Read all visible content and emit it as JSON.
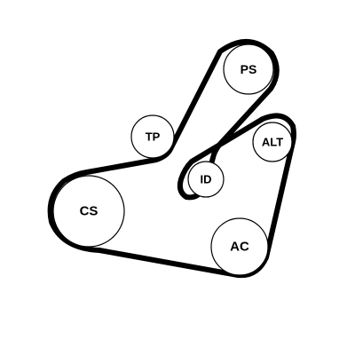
{
  "diagram": {
    "colors": {
      "belt": "#000000",
      "pulley_stroke": "#000000",
      "pulley_fill": "#ffffff",
      "label": "#000000",
      "background": "#ffffff"
    },
    "pulleys": [
      {
        "id": "ps",
        "label": "PS"
      },
      {
        "id": "tp",
        "label": "TP"
      },
      {
        "id": "alt",
        "label": "ALT"
      },
      {
        "id": "id",
        "label": "ID"
      },
      {
        "id": "cs",
        "label": "CS"
      },
      {
        "id": "ac",
        "label": "AC"
      }
    ]
  }
}
